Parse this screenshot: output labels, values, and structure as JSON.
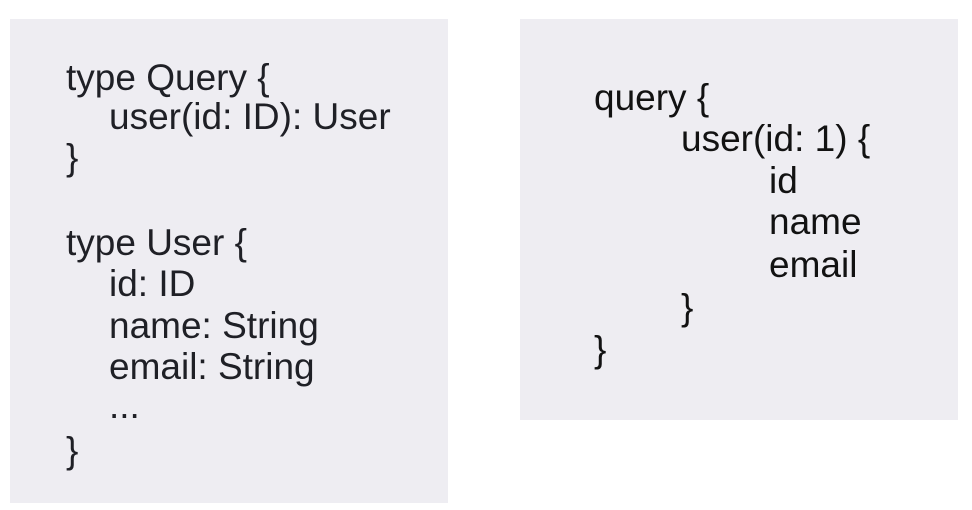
{
  "schema_panel": {
    "lines": [
      "type Query {",
      "user(id: ID): User",
      "}",
      "type User {",
      "id: ID",
      "name: String",
      "email: String",
      "...",
      "}"
    ]
  },
  "query_panel": {
    "lines": [
      "query {",
      "user(id: 1) {",
      "id",
      "name",
      "email",
      "}",
      "}"
    ]
  },
  "colors": {
    "panel_background": "#eeedf2",
    "text": "#1f2026"
  }
}
